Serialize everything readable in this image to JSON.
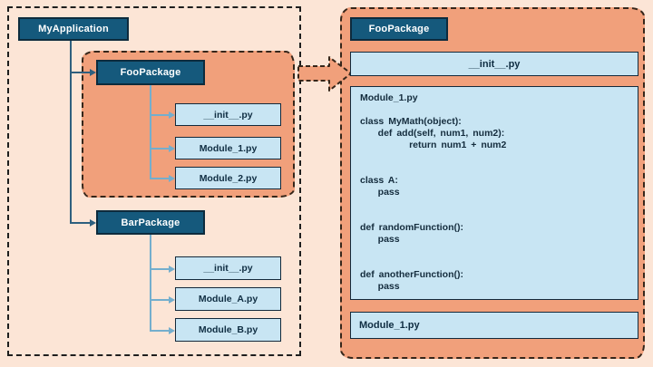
{
  "colors": {
    "page_bg": "#fce5d6",
    "orange_region": "#f1a07b",
    "module_blue": "#c8e5f3",
    "package_teal": "#15597c",
    "connector_teal": "#2e5f7e",
    "connector_blue": "#74aecd"
  },
  "tree": {
    "app": {
      "label": "MyApplication"
    },
    "foo": {
      "label": "FooPackage",
      "modules": [
        "__init__.py",
        "Module_1.py",
        "Module_2.py"
      ]
    },
    "bar": {
      "label": "BarPackage",
      "modules": [
        "__init__.py",
        "Module_A.py",
        "Module_B.py"
      ]
    }
  },
  "detail": {
    "package": "FooPackage",
    "init_file": "__init__.py",
    "code": "Module_1.py\n\nclass MyMath(object):\n    def add(self, num1, num2):\n           return num1 + num2\n\n\nclass A:\n    pass\n\n\ndef randomFunction():\n    pass\n\n\ndef anotherFunction():\n    pass",
    "footer_module": "Module_1.py"
  }
}
